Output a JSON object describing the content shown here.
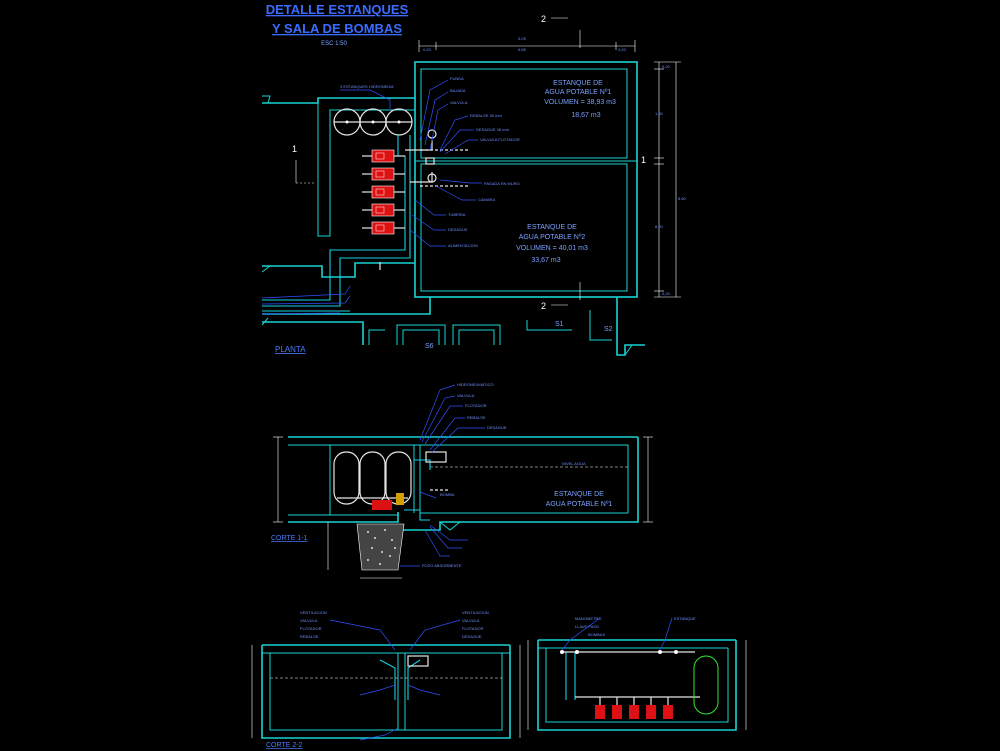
{
  "title": {
    "line1": "DETALLE ESTANQUES",
    "line2": "Y SALA DE BOMBAS",
    "scale": "ESC 1:50"
  },
  "plan": {
    "label": "PLANTA",
    "tank1": {
      "name1": "ESTANQUE DE",
      "name2": "AGUA POTABLE Nº1",
      "volume": "VOLUMEN = 38,93 m3",
      "useful": "18,67 m3"
    },
    "tank2": {
      "name1": "ESTANQUE DE",
      "name2": "AGUA POTABLE Nº2",
      "volume": "VOLUMEN = 40,01 m3",
      "useful": "33,67 m3"
    },
    "section_mark_2": "2",
    "section_mark_1": "1",
    "room_labels": {
      "s6": "S6",
      "s1": "S1",
      "s2": "S2"
    },
    "top_dims": {
      "total": "6,25",
      "left": "0,20",
      "mid": "6,85",
      "right": "0,20"
    },
    "right_dims": {
      "a": "0,20",
      "b": "1,50",
      "c": "8,20",
      "d": "0,20",
      "total": "8,60"
    },
    "notes": [
      "3 ESTANQUES HIDRONEUM.",
      "FUNDA",
      "BAJADA",
      "VALVULA",
      "REBALSE 50 mm",
      "DESAGUE 38 mm",
      "VALVULA FLOTADOR",
      "PASADA EN MURO",
      "CAMARA",
      "TUBERIA",
      "DESAGUE",
      "ALIMENTACION"
    ]
  },
  "section11": {
    "label": "CORTE 1-1",
    "tank": "ESTANQUE DE",
    "tank2": "AGUA POTABLE Nº1",
    "notes": [
      "HIDRONEUMATICO",
      "VALVULA",
      "FLOTADOR",
      "REBALSE",
      "DESAGUE",
      "BOMBA",
      "POZO ABSORBENTE",
      "NIVEL AGUA"
    ]
  },
  "section22": {
    "label": "CORTE 2-2",
    "notes": [
      "VENTILACION",
      "VALVULA",
      "FLOTADOR",
      "REBALSE",
      "DESAGUE"
    ]
  },
  "section33": {
    "notes": [
      "MANOMETRO",
      "LLAVE PASO",
      "BOMBAS",
      "ESTANQUE"
    ]
  }
}
